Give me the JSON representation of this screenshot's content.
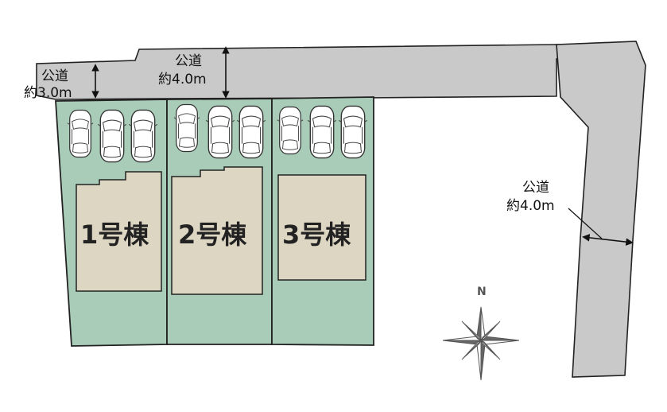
{
  "roads": [
    {
      "label_line1": "公道",
      "label_line2": "約3.0m"
    },
    {
      "label_line1": "公道",
      "label_line2": "約4.0m"
    },
    {
      "label_line1": "公道",
      "label_line2": "約4.0m"
    }
  ],
  "buildings": [
    {
      "label": "1号棟"
    },
    {
      "label": "2号棟"
    },
    {
      "label": "3号棟"
    }
  ],
  "compass": {
    "label": "N"
  },
  "colors": {
    "road": "#c9c9c9",
    "lot": "#a9ccb8",
    "building": "#ddd6c3"
  }
}
